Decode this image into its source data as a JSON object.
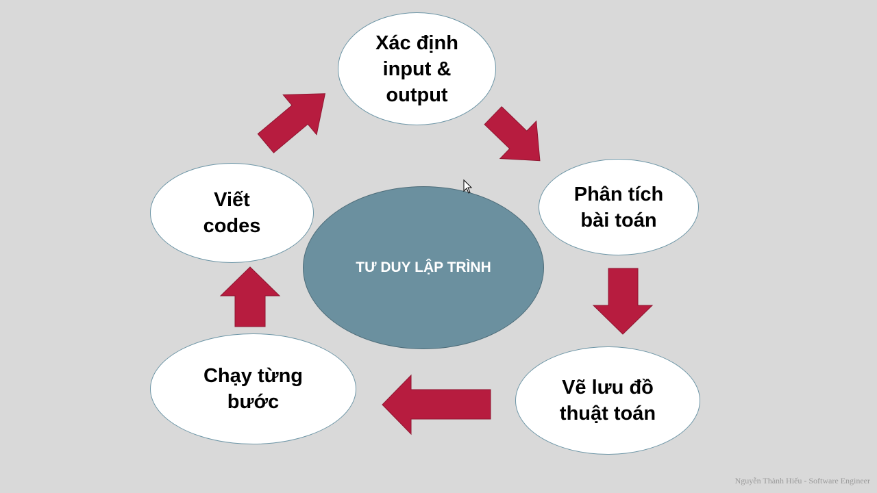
{
  "center": {
    "label": "TƯ DUY LẬP TRÌNH"
  },
  "nodes": {
    "define_io": "Xác định\ninput &\noutput",
    "analyze": "Phân tích\nbài toán",
    "flowchart": "Vẽ lưu đồ\nthuật toán",
    "step_run": "Chạy từng\nbước",
    "write_code": "Viết\ncodes"
  },
  "watermark": "Nguyễn Thành Hiếu - Software Engineer",
  "colors": {
    "background": "#d9d9d9",
    "arrow": "#b71c3f",
    "center_fill": "#6b909f",
    "node_border": "#6c95a6"
  }
}
